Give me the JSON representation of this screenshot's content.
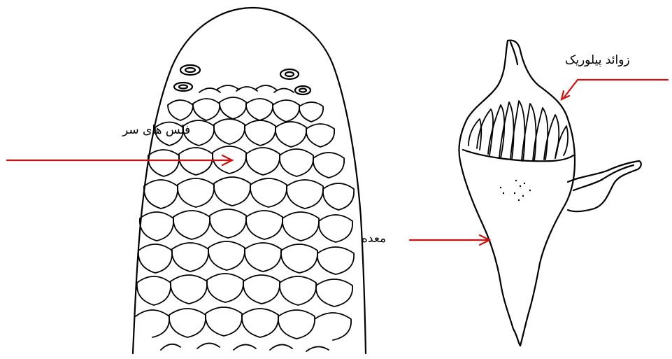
{
  "labels": {
    "head_scales": "فلس های سر",
    "pyloric_caeca": "زوائد پیلوریک",
    "stomach": "معده"
  },
  "colors": {
    "line": "#000000",
    "arrow": "#d01010",
    "background": "#ffffff"
  }
}
